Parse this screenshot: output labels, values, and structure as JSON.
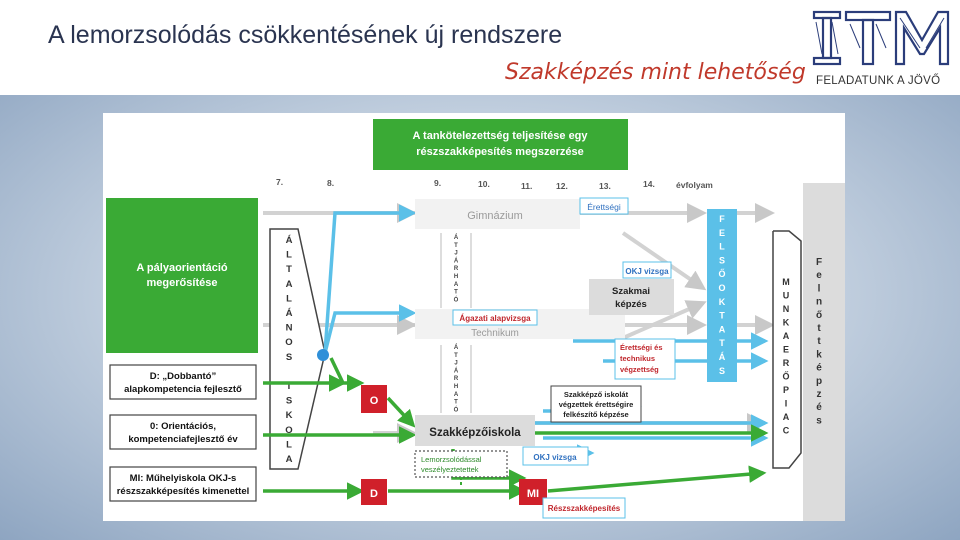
{
  "header": {
    "title": "A lemorzsolódás csökkentésének új rendszere",
    "subtitle": "Szakképzés mint lehetőség",
    "logo_tagline": "FELADATUNK A JÖVŐ"
  },
  "diagram": {
    "top_box": [
      "A tankötelezettség teljesítése egy",
      "részszakképesítés megszerzése"
    ],
    "grades": [
      "7.",
      "8.",
      "9.",
      "10.",
      "11.",
      "12.",
      "13.",
      "14.",
      "évfolyam"
    ],
    "left_main": [
      "A pályaorientáció",
      "megerősítése"
    ],
    "left_d": [
      "D: „Dobbantó”",
      "alapkompetencia fejlesztő"
    ],
    "left_0": [
      "0: Orientációs,",
      "kompetenciafejlesztő év"
    ],
    "left_mi": [
      "MI: Műhelyiskola OKJ-s",
      "részszakképesítés kimenettel"
    ],
    "altalanos": [
      "Á",
      "L",
      "T",
      "A",
      "L",
      "Á",
      "N",
      "O",
      "S",
      "",
      "I",
      "S",
      "K",
      "O",
      "L",
      "A"
    ],
    "gimnazium": "Gimnázium",
    "erettsegi": "Érettségi",
    "technikum": "Technikum",
    "agazati": "Ágazati alapvizsga",
    "atjarhato": [
      "Á",
      "T",
      "J",
      "Á",
      "R",
      "H",
      "A",
      "T",
      "Ó"
    ],
    "okj_vizsga": "OKJ vizsga",
    "szakmai_kepzes": [
      "Szakmai",
      "képzés"
    ],
    "erettsegi_technikus": [
      "Érettségi és",
      "technikus",
      "végzettség"
    ],
    "felsooktatas": [
      "F",
      "E",
      "L",
      "S",
      "Ő",
      "O",
      "K",
      "T",
      "A",
      "T",
      "Á",
      "S"
    ],
    "szakkepzo_vegzettek": [
      "Szakképző iskolát",
      "végzettek érettségire",
      "felkészítő képzése"
    ],
    "szakkepzoiskola": "Szakképzőiskola",
    "lemorzsolodas": [
      "Lemorzsolódással",
      "veszélyeztetettek"
    ],
    "okj_vizsga2": "OKJ vizsga",
    "munkaeropiac": [
      "M",
      "U",
      "N",
      "K",
      "A",
      "E",
      "R",
      "Ő",
      "P",
      "I",
      "A",
      "C"
    ],
    "felnottkepzes": [
      "F",
      "e",
      "l",
      "n",
      "ő",
      "t",
      "t",
      "k",
      "é",
      "p",
      "z",
      "é",
      "s"
    ],
    "node_o": "O",
    "node_d": "D",
    "node_mi": "MI",
    "reszszakkepesites": "Részszakképesítés"
  },
  "colors": {
    "green": "#3aaa35",
    "red": "#d0202a",
    "cyan": "#5bc0e8",
    "gray": "#c8c8c8",
    "title": "#2a3450",
    "subtitle": "#c0392b",
    "logo": "#2b3d7a"
  }
}
